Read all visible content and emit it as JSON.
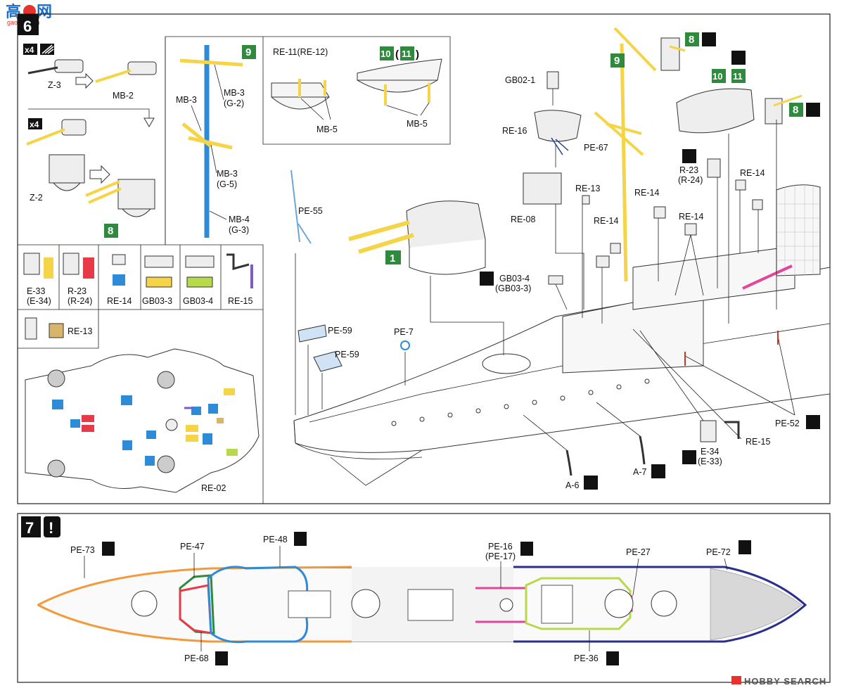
{
  "watermark": {
    "top_chars": "高",
    "top_site": "网",
    "url": "gao.com.cn"
  },
  "step6": {
    "badge": "6",
    "qty1": "x4",
    "qty2": "x4",
    "parts": {
      "z3": "Z-3",
      "mb2": "MB-2",
      "z2": "Z-2",
      "ref8a": "8",
      "ref9a": "9",
      "mb3a": "MB-3",
      "mb3b": "MB-3",
      "mb3b_sub": "(G-2)",
      "mb3c": "MB-3",
      "mb3c_sub": "(G-5)",
      "mb4": "MB-4",
      "mb4_sub": "(G-3)",
      "re11": "RE-11(RE-12)",
      "mb5a": "MB-5",
      "ref10": "10",
      "ref11": "11",
      "mb5b": "MB-5",
      "e33": "E-33",
      "e33_sub": "(E-34)",
      "r23": "R-23",
      "r23_sub": "(R-24)",
      "re14": "RE-14",
      "gb033": "GB03-3",
      "gb034": "GB03-4",
      "re15": "RE-15",
      "re13": "RE-13",
      "re02": "RE-02",
      "pe55": "PE-55",
      "pe59a": "PE-59",
      "pe59b": "PE-59",
      "pe7": "PE-7",
      "ref1": "1",
      "gb034b": "GB03-4",
      "gb034b_sub": "(GB03-3)",
      "gb021": "GB02-1",
      "re16": "RE-16",
      "pe67": "PE-67",
      "re08": "RE-08",
      "ref9b": "9",
      "re13b": "RE-13",
      "re14a": "RE-14",
      "re14b": "RE-14",
      "re14c": "RE-14",
      "ref8b": "8",
      "ref10b": "10",
      "ref11b": "11",
      "r23b": "R-23",
      "r23b_sub": "(R-24)",
      "re14d": "RE-14",
      "ref8c": "8",
      "pe52": "PE-52",
      "re15b": "RE-15",
      "e34": "E-34",
      "e34_sub": "(E-33)",
      "a7": "A-7",
      "a6": "A-6"
    }
  },
  "step7": {
    "badge": "7",
    "alert": "!",
    "labels": {
      "pe73": "PE-73",
      "pe47": "PE-47",
      "pe48": "PE-48",
      "pe16": "PE-16",
      "pe16_sub": "(PE-17)",
      "pe27": "PE-27",
      "pe72": "PE-72",
      "pe68": "PE-68",
      "pe36": "PE-36"
    }
  },
  "footer": {
    "brand": "HOBBY SEARCH"
  },
  "colors": {
    "yellow": "#f5d547",
    "blue": "#2e8bd8",
    "red": "#e83a46",
    "green_badge": "#2f8a3d",
    "orange": "#f39a3c",
    "navy": "#2a2f8c",
    "pink": "#e0479b",
    "lime": "#b8d94a"
  }
}
